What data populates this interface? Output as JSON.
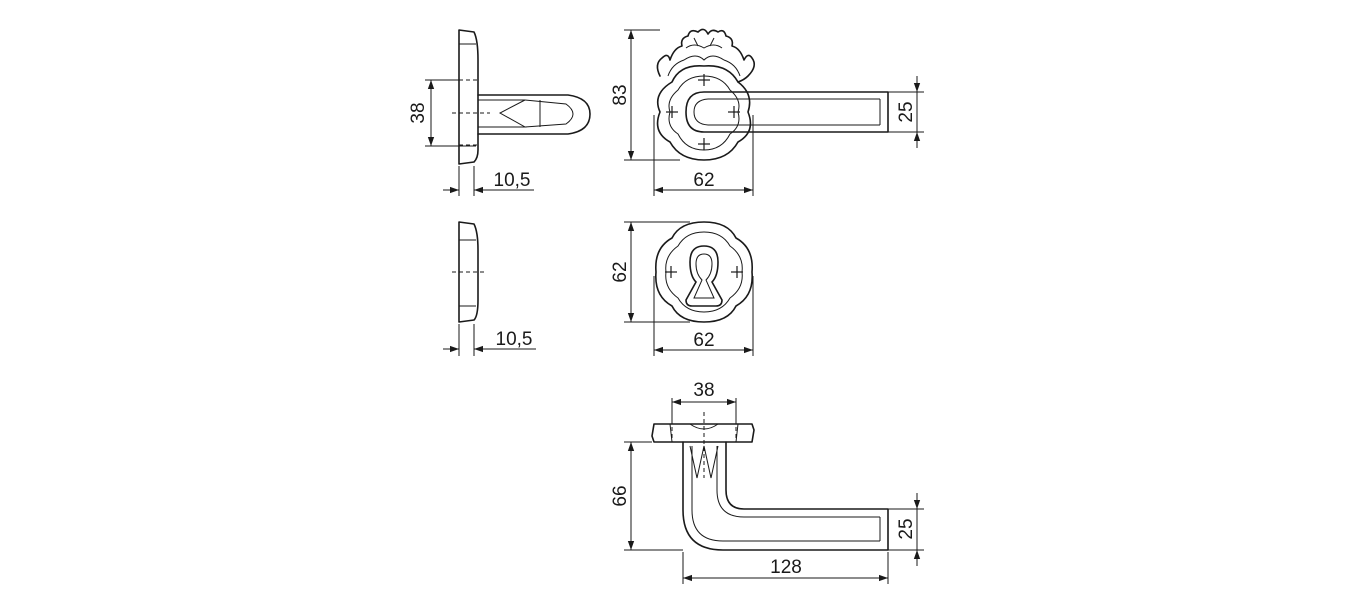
{
  "dimensions": {
    "side_rose_height": "38",
    "side_rose_depth": "10,5",
    "front_height": "83",
    "front_rose_width": "62",
    "handle_height": "25",
    "escutcheon_height": "62",
    "escutcheon_width": "62",
    "escutcheon_depth": "10,5",
    "top_rose_width": "38",
    "top_projection": "66",
    "top_handle_thickness": "25",
    "top_handle_length": "128"
  },
  "colors": {
    "line": "#1a1a1a",
    "background": "#ffffff"
  }
}
